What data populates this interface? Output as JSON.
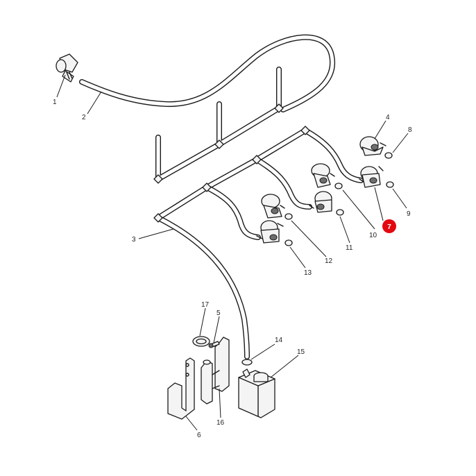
{
  "diagram": {
    "callouts": [
      {
        "id": "1",
        "text": "1"
      },
      {
        "id": "2",
        "text": "2"
      },
      {
        "id": "3",
        "text": "3"
      },
      {
        "id": "4",
        "text": "4"
      },
      {
        "id": "5",
        "text": "5"
      },
      {
        "id": "6",
        "text": "6"
      },
      {
        "id": "7",
        "text": "7",
        "highlighted": true
      },
      {
        "id": "8",
        "text": "8"
      },
      {
        "id": "9",
        "text": "9"
      },
      {
        "id": "10",
        "text": "10"
      },
      {
        "id": "11",
        "text": "11"
      },
      {
        "id": "12",
        "text": "12"
      },
      {
        "id": "13",
        "text": "13"
      },
      {
        "id": "14",
        "text": "14"
      },
      {
        "id": "15",
        "text": "15"
      },
      {
        "id": "16",
        "text": "16"
      },
      {
        "id": "17",
        "text": "17"
      }
    ],
    "colors": {
      "line": "#1a1a1a",
      "highlight": "#e3080f",
      "background": "#ffffff"
    }
  }
}
